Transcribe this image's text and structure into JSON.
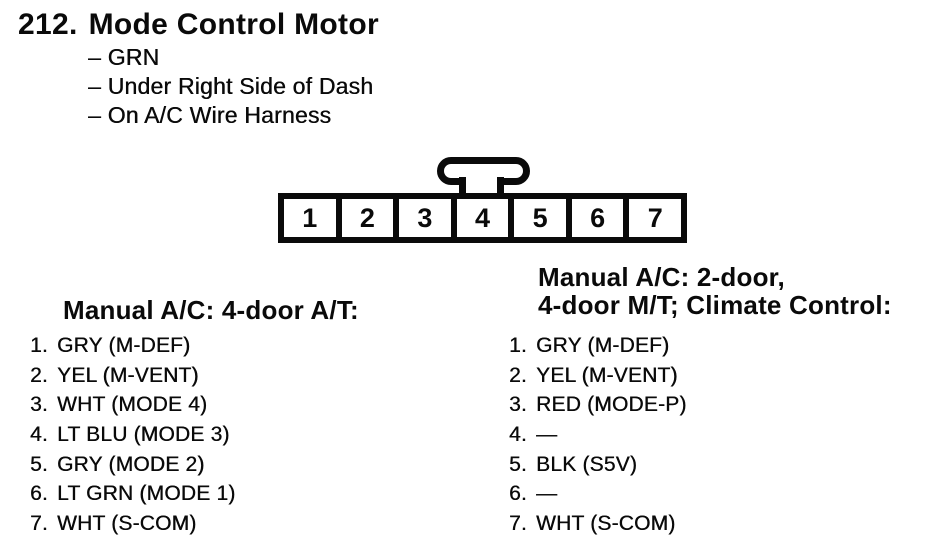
{
  "colors": {
    "ink": "#0a0a0a",
    "paper": "#ffffff"
  },
  "header": {
    "section_number": "212.",
    "title": "Mode Control Motor",
    "bullets": [
      "– GRN",
      "– Under Right Side of Dash",
      "– On A/C Wire Harness"
    ]
  },
  "connector": {
    "description": "7-pin connector, lock tab on top",
    "pins": [
      "1",
      "2",
      "3",
      "4",
      "5",
      "6",
      "7"
    ]
  },
  "pinout_left": {
    "header_line1": "Manual A/C: 4-door A/T:",
    "items": [
      {
        "num": "1.",
        "label": "GRY (M-DEF)"
      },
      {
        "num": "2.",
        "label": "YEL (M-VENT)"
      },
      {
        "num": "3.",
        "label": "WHT (MODE 4)"
      },
      {
        "num": "4.",
        "label": "LT BLU (MODE 3)"
      },
      {
        "num": "5.",
        "label": "GRY (MODE 2)"
      },
      {
        "num": "6.",
        "label": "LT GRN (MODE 1)"
      },
      {
        "num": "7.",
        "label": "WHT (S-COM)"
      }
    ]
  },
  "pinout_right": {
    "header_line1": "Manual A/C: 2-door,",
    "header_line2": "4-door M/T; Climate Control:",
    "items": [
      {
        "num": "1.",
        "label": "GRY (M-DEF)"
      },
      {
        "num": "2.",
        "label": "YEL (M-VENT)"
      },
      {
        "num": "3.",
        "label": "RED (MODE-P)"
      },
      {
        "num": "4.",
        "label": "—"
      },
      {
        "num": "5.",
        "label": "BLK (S5V)"
      },
      {
        "num": "6.",
        "label": "—"
      },
      {
        "num": "7.",
        "label": "WHT (S-COM)"
      }
    ]
  }
}
